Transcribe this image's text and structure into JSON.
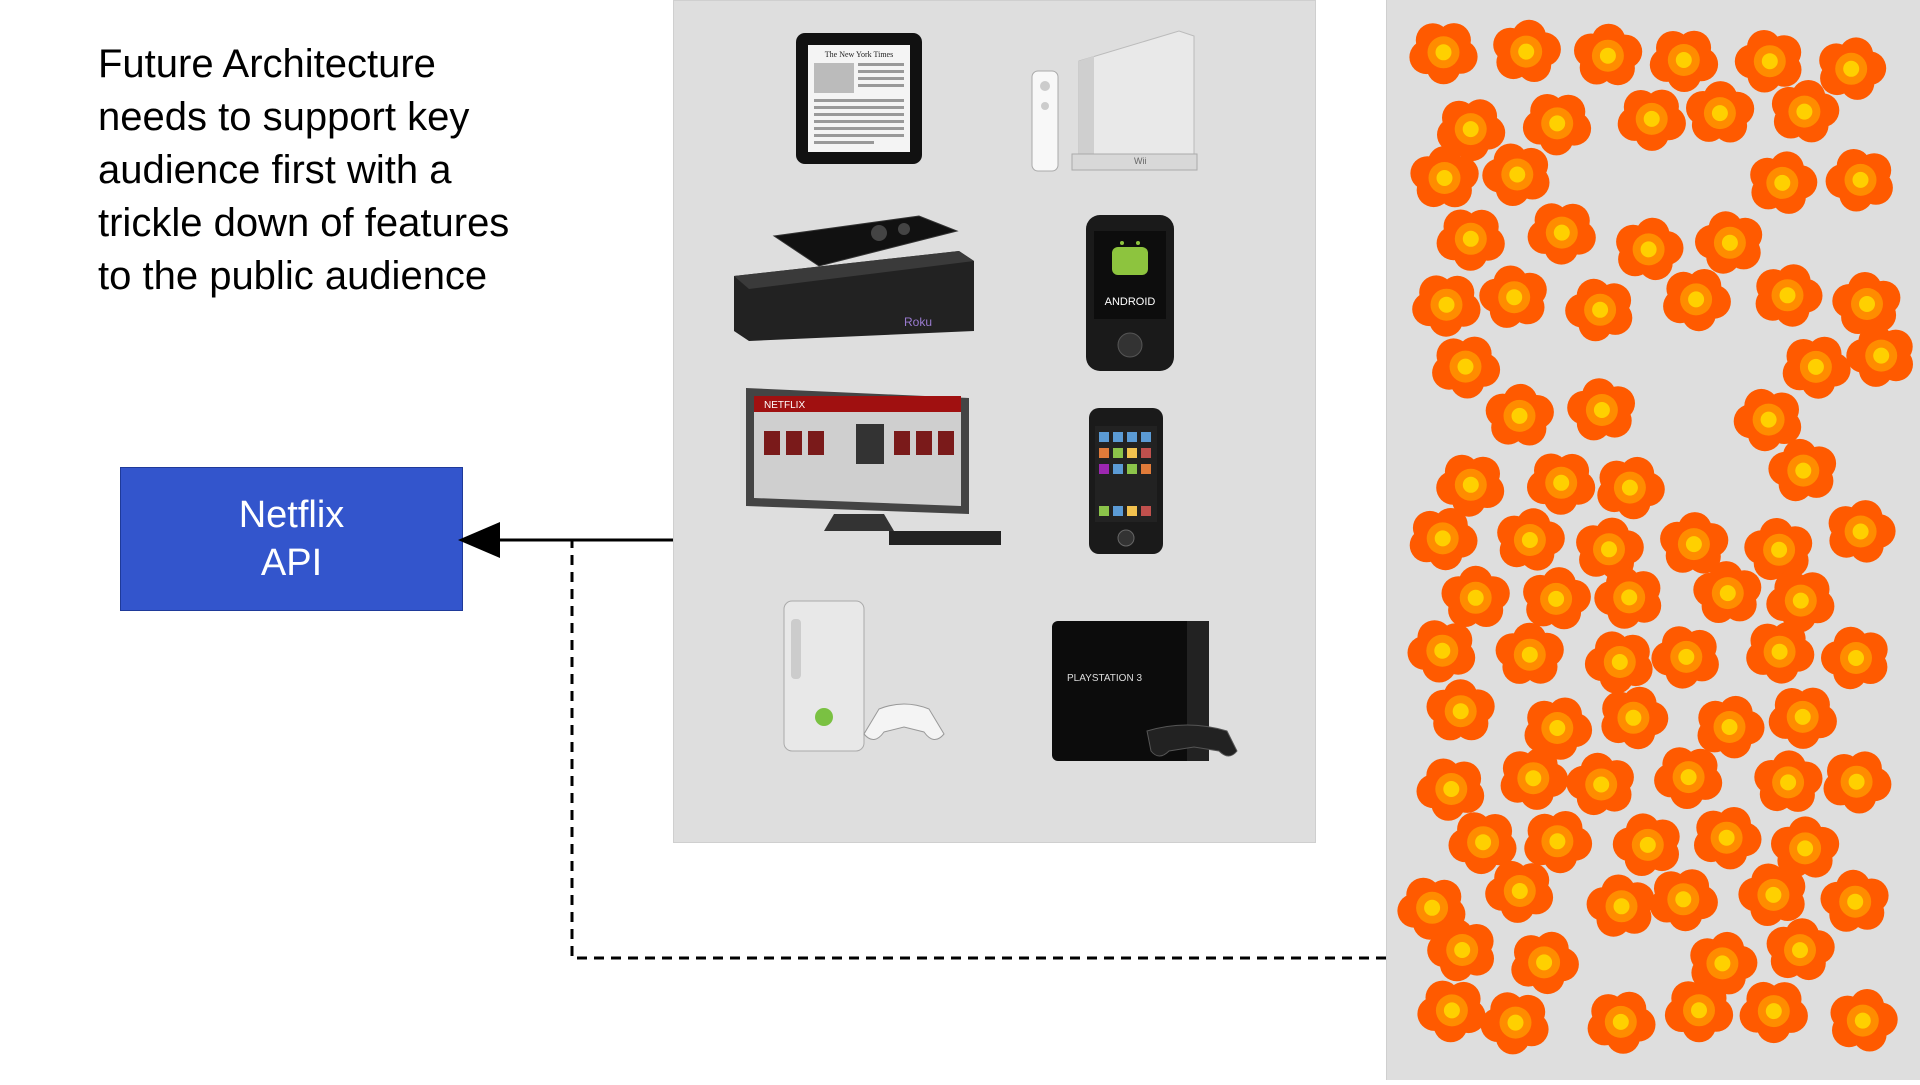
{
  "intro": {
    "lines": [
      "Future Architecture",
      "needs to support key",
      "audience first with a",
      "trickle down of features",
      "to the public audience"
    ]
  },
  "api": {
    "line1": "Netflix",
    "line2": "API"
  },
  "devices": [
    {
      "name": "ipad",
      "label": "The New York Times"
    },
    {
      "name": "wii",
      "label": "Wii"
    },
    {
      "name": "roku",
      "label": "Roku"
    },
    {
      "name": "android-phone",
      "label": "ANDROID"
    },
    {
      "name": "tv",
      "label": "NETFLIX"
    },
    {
      "name": "iphone",
      "label": ""
    },
    {
      "name": "xbox",
      "label": ""
    },
    {
      "name": "ps3",
      "label": "PLAYSTATION 3"
    }
  ],
  "colors": {
    "api_box": "#3355cc",
    "panel": "#dedede",
    "flower_outer": "#ff5a00",
    "flower_inner": "#ffd000"
  }
}
